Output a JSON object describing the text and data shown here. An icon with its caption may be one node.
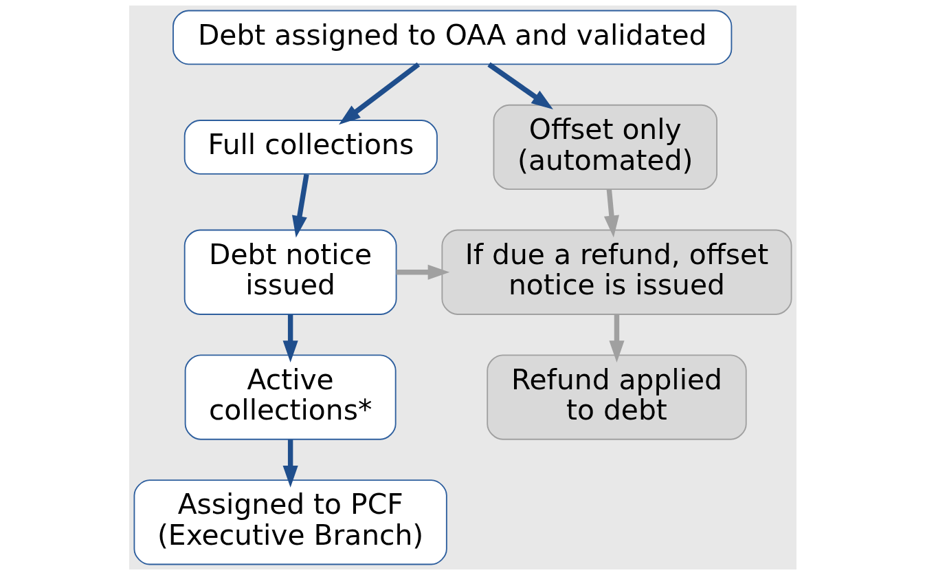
{
  "diagram": {
    "nodes": [
      {
        "text": [
          "Debt assigned to OAA and validated"
        ]
      },
      {
        "text": [
          "Offset only (automated)"
        ]
      },
      {
        "text": [
          "Full collections"
        ]
      },
      {
        "text": [
          "If due a refund, offset notice is issued"
        ]
      },
      {
        "text": [
          "Debt notice issued"
        ]
      },
      {
        "text": [
          "Refund applied to debt"
        ]
      },
      {
        "text": [
          "Active collections*"
        ]
      },
      {
        "text": [
          "Assigned to PCF (Executive Branch)"
        ]
      }
    ],
    "edges": [
      {
        "from": 0,
        "to": 1,
        "arrow": "to"
      },
      {
        "from": 0,
        "to": 2,
        "arrow": "to"
      },
      {
        "from": 1,
        "to": 3,
        "arrow": "to",
        "color": "#a0a0a0"
      },
      {
        "from": 2,
        "to": 4,
        "arrow": "to"
      },
      {
        "from": 4,
        "to": 3,
        "arrow": "to",
        "color": "#a0a0a0"
      },
      {
        "from": 3,
        "to": 5,
        "arrow": "to",
        "color": "#a0a0a0"
      },
      {
        "from": 4,
        "to": 6,
        "arrow": "to"
      },
      {
        "from": 6,
        "to": 7,
        "arrow": "to"
      }
    ]
  }
}
